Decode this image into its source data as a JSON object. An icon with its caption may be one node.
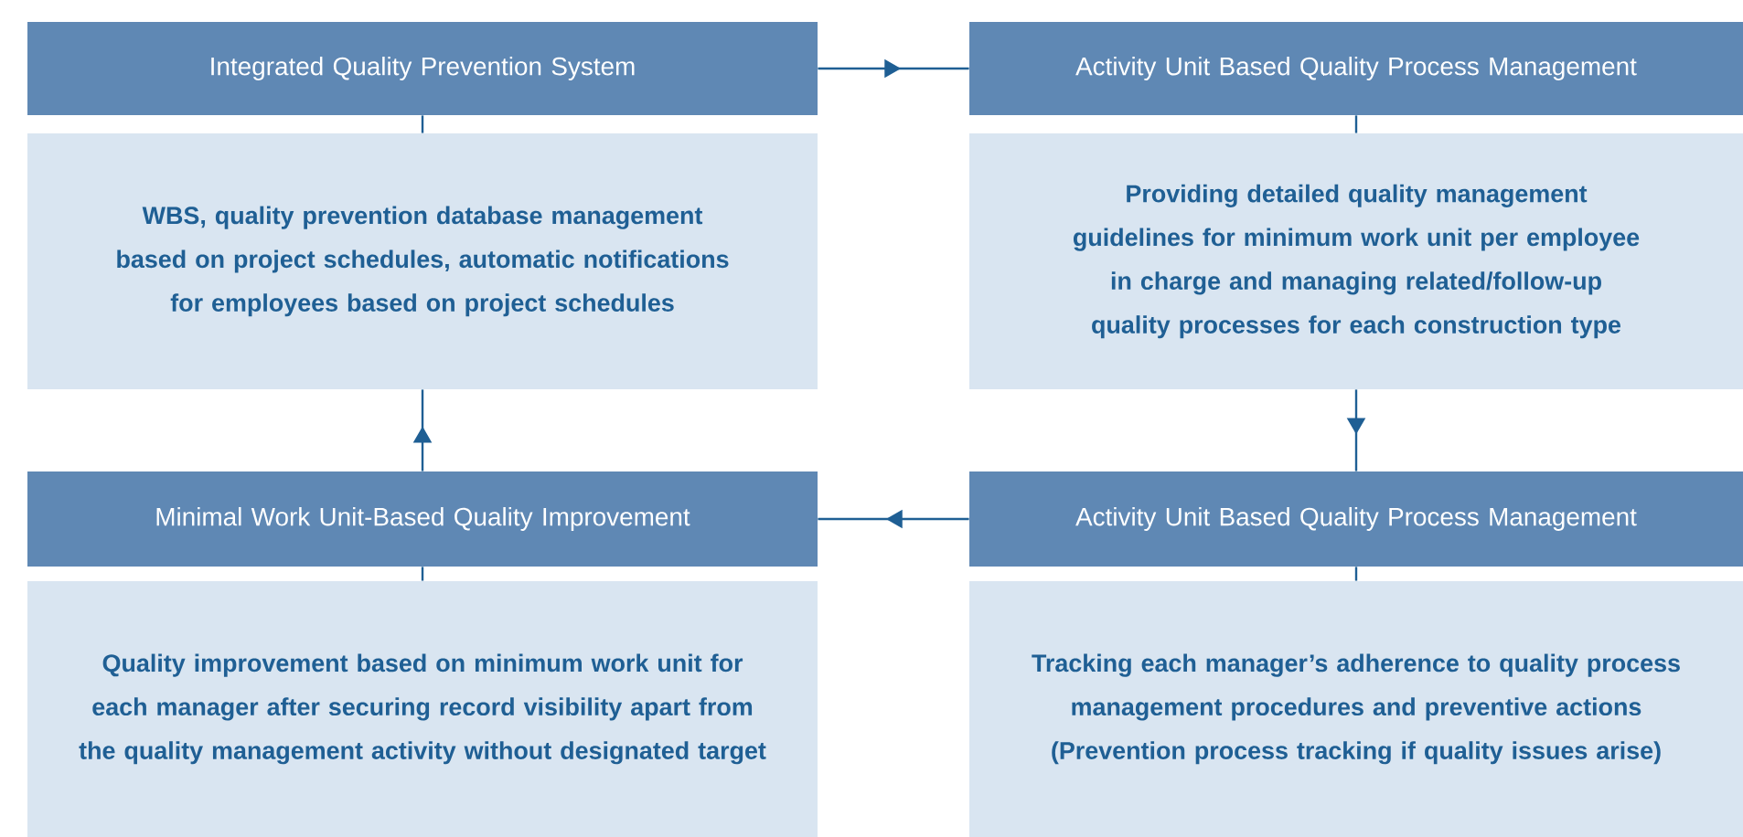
{
  "diagram": {
    "nodes": [
      {
        "text": [
          "Integrated Quality Prevention System"
        ]
      },
      {
        "text": [
          "WBS, quality prevention database management based on project schedules, automatic notifications for employees based on project schedules"
        ]
      },
      {
        "text": [
          "Activity Unit Based Quality Process Management"
        ]
      },
      {
        "text": [
          "Providing detailed quality management guidelines for minimum work unit per employee in charge and managing related/follow-up quality processes for each construction type"
        ]
      },
      {
        "text": [
          "Minimal Work Unit-Based Quality Improvement"
        ]
      },
      {
        "text": [
          "Quality improvement based on minimum work unit for each manager after securing record visibility apart from the quality management activity without designated target"
        ]
      },
      {
        "text": [
          "Activity Unit Based Quality Process Management"
        ]
      },
      {
        "text": [
          "Tracking each manager’s adherence to quality process management procedures and preventive actions (Prevention process tracking if quality issues arise)"
        ]
      }
    ],
    "edges": [
      {
        "from": 0,
        "to": 2,
        "arrow": "to"
      },
      {
        "from": 0,
        "to": 1,
        "arrow": "none"
      },
      {
        "from": 2,
        "to": 3,
        "arrow": "none"
      },
      {
        "from": 3,
        "to": 6,
        "arrow": "to"
      },
      {
        "from": 6,
        "to": 4,
        "arrow": "to"
      },
      {
        "from": 6,
        "to": 7,
        "arrow": "none"
      },
      {
        "from": 4,
        "to": 1,
        "arrow": "to"
      },
      {
        "from": 4,
        "to": 5,
        "arrow": "none"
      }
    ]
  }
}
